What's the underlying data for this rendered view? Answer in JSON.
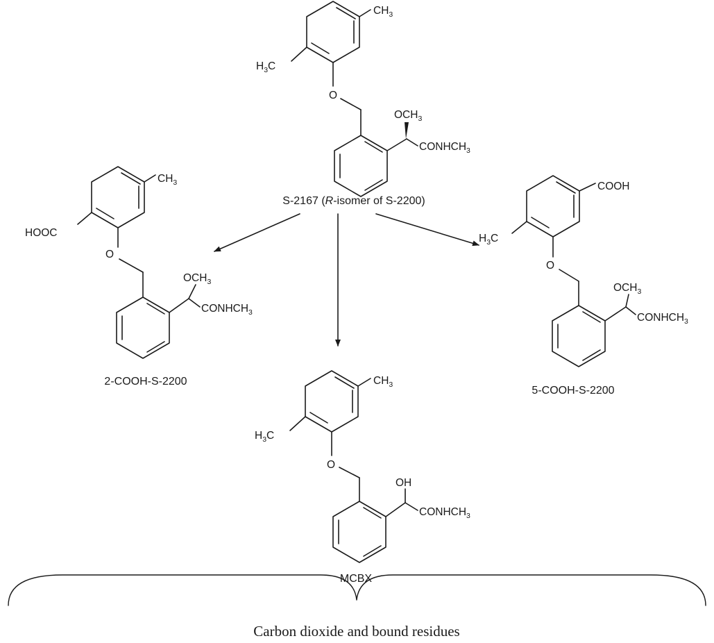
{
  "structures": {
    "parent": {
      "name_prefix": "S-2167 (",
      "name_italic": "R",
      "name_suffix": "-isomer of S-2200)",
      "top_methyl": [
        "CH",
        "3"
      ],
      "left_methyl": [
        "H",
        "3",
        "C"
      ],
      "ether_o": "O",
      "methoxy": [
        "OCH",
        "3"
      ],
      "amide": [
        "CONHCH",
        "3"
      ]
    },
    "left": {
      "name": "2-COOH-S-2200",
      "top_methyl": [
        "CH",
        "3"
      ],
      "acid": "HOOC",
      "ether_o": "O",
      "methoxy": [
        "OCH",
        "3"
      ],
      "amide": [
        "CONHCH",
        "3"
      ]
    },
    "middle": {
      "name": "MCBX",
      "top_methyl": [
        "CH",
        "3"
      ],
      "left_methyl": [
        "H",
        "3",
        "C"
      ],
      "ether_o": "O",
      "hydroxy": "OH",
      "amide": [
        "CONHCH",
        "3"
      ]
    },
    "right": {
      "name": "5-COOH-S-2200",
      "acid": "COOH",
      "left_methyl": [
        "H",
        "3",
        "C"
      ],
      "ether_o": "O",
      "methoxy": [
        "OCH",
        "3"
      ],
      "amide": [
        "CONHCH",
        "3"
      ]
    }
  },
  "final_products": "Carbon dioxide and bound residues",
  "colors": {
    "ink": "#1a1a1a",
    "background": "#ffffff"
  }
}
